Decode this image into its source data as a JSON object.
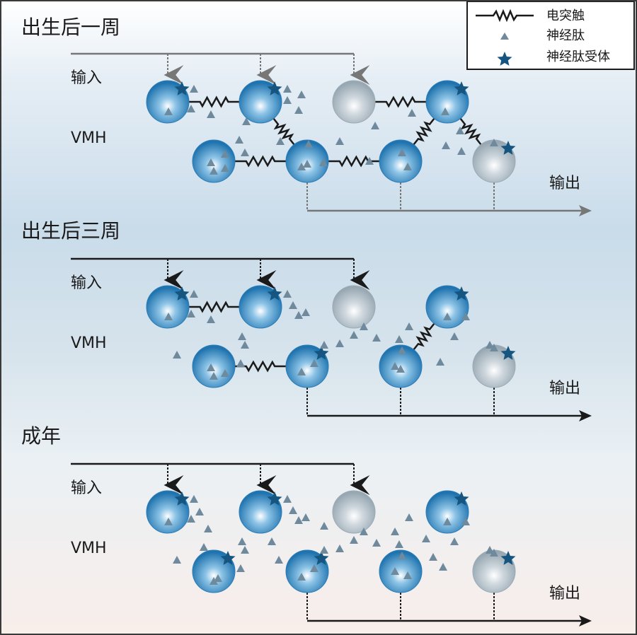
{
  "legend": {
    "items": [
      {
        "label": "电突触",
        "icon": "electrical-synapse-icon"
      },
      {
        "label": "神经肽",
        "icon": "neuropeptide-triangle-icon"
      },
      {
        "label": "神经肽受体",
        "icon": "neuropeptide-receptor-star-icon"
      }
    ]
  },
  "colors": {
    "neuron_active": "#2f86c0",
    "neuron_inactive": "#a9b8c2",
    "neuropeptide": "#6f8a9c",
    "receptor": "#16557f",
    "week1_arrows": "#777777",
    "later_arrows": "#1a1a1a"
  },
  "stages": [
    {
      "title": "出生后一周",
      "input_label": "输入",
      "region_label": "VMH",
      "output_label": "输出",
      "synapses": [
        [
          0,
          1
        ],
        [
          1,
          5
        ],
        [
          4,
          5
        ],
        [
          5,
          6
        ],
        [
          2,
          3
        ],
        [
          3,
          6
        ],
        [
          3,
          7
        ]
      ]
    },
    {
      "title": "出生后三周",
      "input_label": "输入",
      "region_label": "VMH",
      "output_label": "输出",
      "synapses": [
        [
          0,
          1
        ],
        [
          4,
          5
        ],
        [
          3,
          6
        ]
      ]
    },
    {
      "title": "成年",
      "input_label": "输入",
      "region_label": "VMH",
      "output_label": "输出",
      "synapses": []
    }
  ]
}
